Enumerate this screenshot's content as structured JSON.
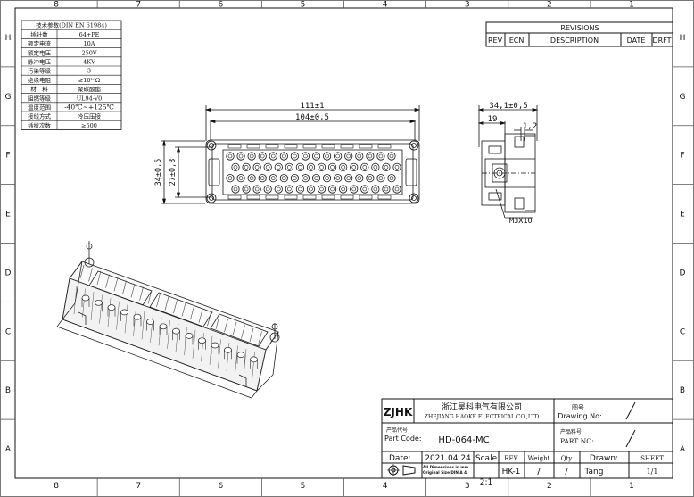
{
  "zones": {
    "columns": [
      "8",
      "7",
      "6",
      "5",
      "4",
      "3",
      "2",
      "1"
    ],
    "rows": [
      "H",
      "G",
      "F",
      "E",
      "D",
      "C",
      "B",
      "A"
    ]
  },
  "spec_table": {
    "title": "技术参数(DIN EN 61984)",
    "rows": [
      {
        "label": "插针数",
        "value": "64+PE"
      },
      {
        "label": "额定电流",
        "value": "10A"
      },
      {
        "label": "额定电压",
        "value": "250V"
      },
      {
        "label": "脉冲电压",
        "value": "4KV"
      },
      {
        "label": "污染等级",
        "value": "3"
      },
      {
        "label": "绝缘电阻",
        "value": "≥10¹⁰Ω"
      },
      {
        "label": "材　料",
        "value": "聚碳酸酯"
      },
      {
        "label": "阻燃等级",
        "value": "UL94-V0"
      },
      {
        "label": "温度范围",
        "value": "-40℃~+125℃"
      },
      {
        "label": "接线方式",
        "value": "冷压压接"
      },
      {
        "label": "插拔次数",
        "value": "≥500"
      }
    ]
  },
  "revisions": {
    "title": "REVISIONS",
    "headers": [
      "REV",
      "ECN",
      "DESCRIPTION",
      "DATE",
      "DRFT"
    ]
  },
  "dimensions": {
    "overall_width": "111±1",
    "pitch_width": "104±0,5",
    "outer_height": "34±0,5",
    "inner_height": "27±0,3",
    "side_depth": "34,1±0,5",
    "side_offset": "19",
    "side_small": "1,2",
    "screw": "M3X10"
  },
  "title_block": {
    "logo": "ZJHK",
    "company_cn": "浙江昊科电气有限公司",
    "company_en": "ZHEJIANG HAOKE ELECTRICAL CO.,LTD",
    "drawing_no_cn": "图号",
    "drawing_no_label": "Drawing No:",
    "drawing_no_value": "/",
    "part_code_cn": "产品代号",
    "part_code_label": "Part Code:",
    "part_code_value": "HD-064-MC",
    "part_no_cn": "产品料号",
    "part_no_label": "PART NO:",
    "part_no_value": "/",
    "date_label": "Date:",
    "date_value": "2021.04.24",
    "scale_label": "Scale",
    "scale_value": "2:1",
    "rev_label": "REV",
    "rev_value": "HK-1",
    "weight_label": "Weight",
    "weight_value": "/",
    "qty_label": "Qty",
    "qty_value": "/",
    "drawn_label": "Drawn:",
    "drawn_value": "Tang",
    "sheet_label": "SHEET",
    "sheet_value": "1/1",
    "note_line1": "All Dimensions in mm",
    "note_line2": "Original Size DIN A 4"
  }
}
